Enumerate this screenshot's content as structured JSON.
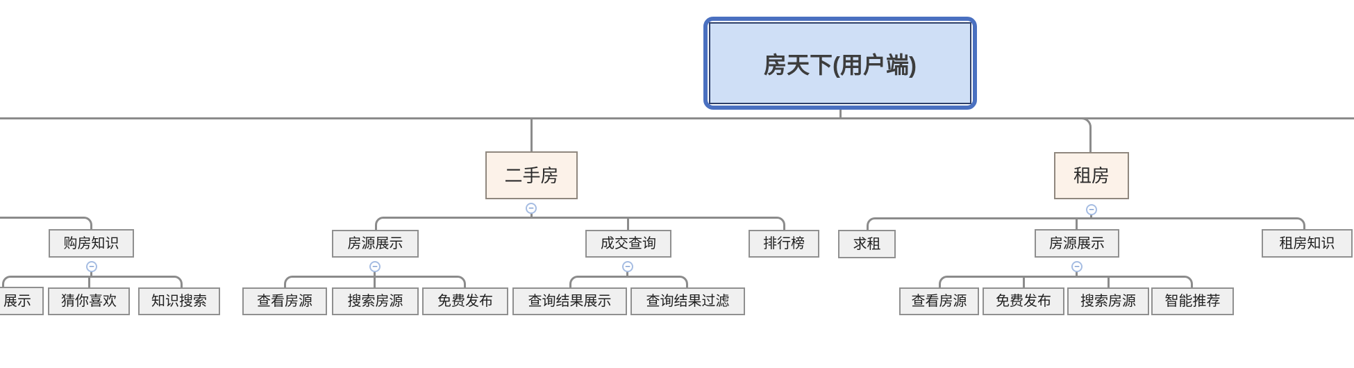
{
  "diagram": {
    "type": "mindmap-org-chart",
    "root_label": "房天下(用户端)",
    "clipped_edges": "left and right subtrees extend beyond the canvas"
  },
  "nodes": {
    "root": {
      "label": "房天下(用户端)",
      "parent": null
    },
    "secondhand": {
      "label": "二手房",
      "parent": "root",
      "collapsible": true
    },
    "rent": {
      "label": "租房",
      "parent": "root",
      "collapsible": true
    },
    "knowledge_buy": {
      "label": "购房知识",
      "parent": "offscreen-left",
      "collapsible": true
    },
    "knowledge_show_clipped": {
      "label": "展示",
      "parent": "knowledge_buy",
      "clipped": true
    },
    "guess_you_like": {
      "label": "猜你喜欢",
      "parent": "knowledge_buy"
    },
    "knowledge_search": {
      "label": "知识搜索",
      "parent": "knowledge_buy"
    },
    "sh_listing": {
      "label": "房源展示",
      "parent": "secondhand",
      "collapsible": true
    },
    "sh_view": {
      "label": "查看房源",
      "parent": "sh_listing"
    },
    "sh_search": {
      "label": "搜索房源",
      "parent": "sh_listing"
    },
    "sh_free_publish": {
      "label": "免费发布",
      "parent": "sh_listing"
    },
    "sh_deal_query": {
      "label": "成交查询",
      "parent": "secondhand",
      "collapsible": true
    },
    "deal_result_show": {
      "label": "查询结果展示",
      "parent": "sh_deal_query"
    },
    "deal_result_filter": {
      "label": "查询结果过滤",
      "parent": "sh_deal_query"
    },
    "ranking": {
      "label": "排行榜",
      "parent": "secondhand"
    },
    "rent_seek": {
      "label": "求租",
      "parent": "rent"
    },
    "rent_listing": {
      "label": "房源展示",
      "parent": "rent",
      "collapsible": true
    },
    "rent_view": {
      "label": "查看房源",
      "parent": "rent_listing"
    },
    "rent_free_publish": {
      "label": "免费发布",
      "parent": "rent_listing"
    },
    "rent_search": {
      "label": "搜索房源",
      "parent": "rent_listing"
    },
    "smart_recommend": {
      "label": "智能推荐",
      "parent": "rent_listing"
    },
    "rent_knowledge": {
      "label": "租房知识",
      "parent": "rent"
    }
  },
  "icons": {
    "collapse_minus": {
      "name": "minus-circle-icon",
      "glyph": "−"
    }
  },
  "colors": {
    "connector": "#8b8b8b",
    "node_fill": "#f0f0f0",
    "node_border": "#8f8f8f",
    "branch_fill": "#fcf2e9",
    "root_fill": "#cfdff6",
    "root_selection_border": "#4a70c0",
    "root_inner_border": "#2e3f69",
    "collapse_ring": "#a5bce2"
  }
}
